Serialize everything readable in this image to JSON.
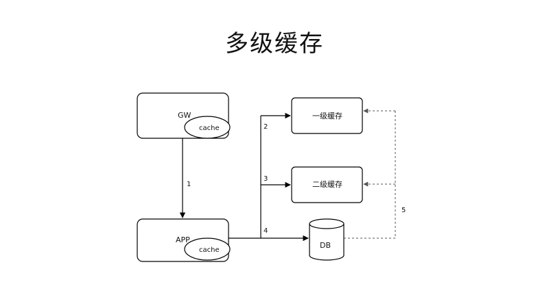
{
  "title": "多级缓存",
  "nodes": {
    "gw": {
      "label": "GW",
      "cache_label": "cache"
    },
    "app": {
      "label": "APP",
      "cache_label": "cache"
    },
    "l1": {
      "label": "一级缓存"
    },
    "l2": {
      "label": "二级缓存"
    },
    "db": {
      "label": "DB"
    }
  },
  "edges": {
    "e1": "1",
    "e2": "2",
    "e3": "3",
    "e4": "4",
    "e5": "5"
  },
  "colors": {
    "stroke": "#000000",
    "dashed": "#555555",
    "background": "#ffffff"
  }
}
